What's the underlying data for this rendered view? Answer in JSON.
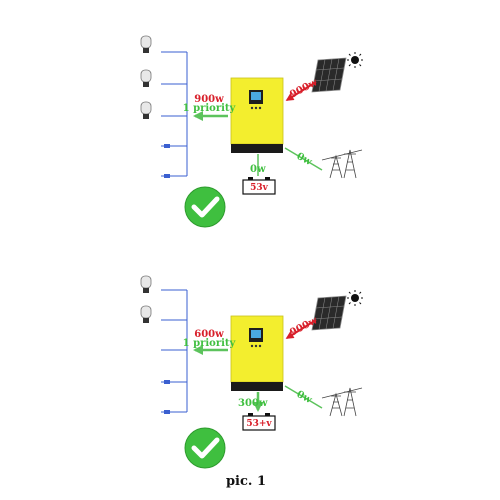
{
  "colors": {
    "inverter_body": "#f3ee2e",
    "inverter_base": "#1a1a1a",
    "solar_flow": "#d81f2a",
    "grid_flow": "#5cc35c",
    "load_flow": "#5cc35c",
    "check_circle": "#3fbf3f",
    "load_bus": "#3a5fd0"
  },
  "icons": {
    "load": "cfl-bulb-icon",
    "outlet": "plug-socket-icon",
    "inverter": "hybrid-inverter-icon",
    "solar": "solar-panel-icon",
    "sun": "sun-icon",
    "grid": "power-pylon-icon",
    "battery": "battery-icon",
    "ok": "green-check-icon"
  },
  "scenarios": [
    {
      "solar_power": "900w",
      "load_power": "900w",
      "load_priority": "1 priority",
      "grid_power": "0w",
      "battery_power": "0w",
      "battery_voltage": "53v"
    },
    {
      "solar_power": "900w",
      "load_power": "600w",
      "load_priority": "1 priority",
      "grid_power": "0w",
      "battery_power": "300w",
      "battery_voltage": "53+v"
    }
  ],
  "caption": "pic. 1"
}
